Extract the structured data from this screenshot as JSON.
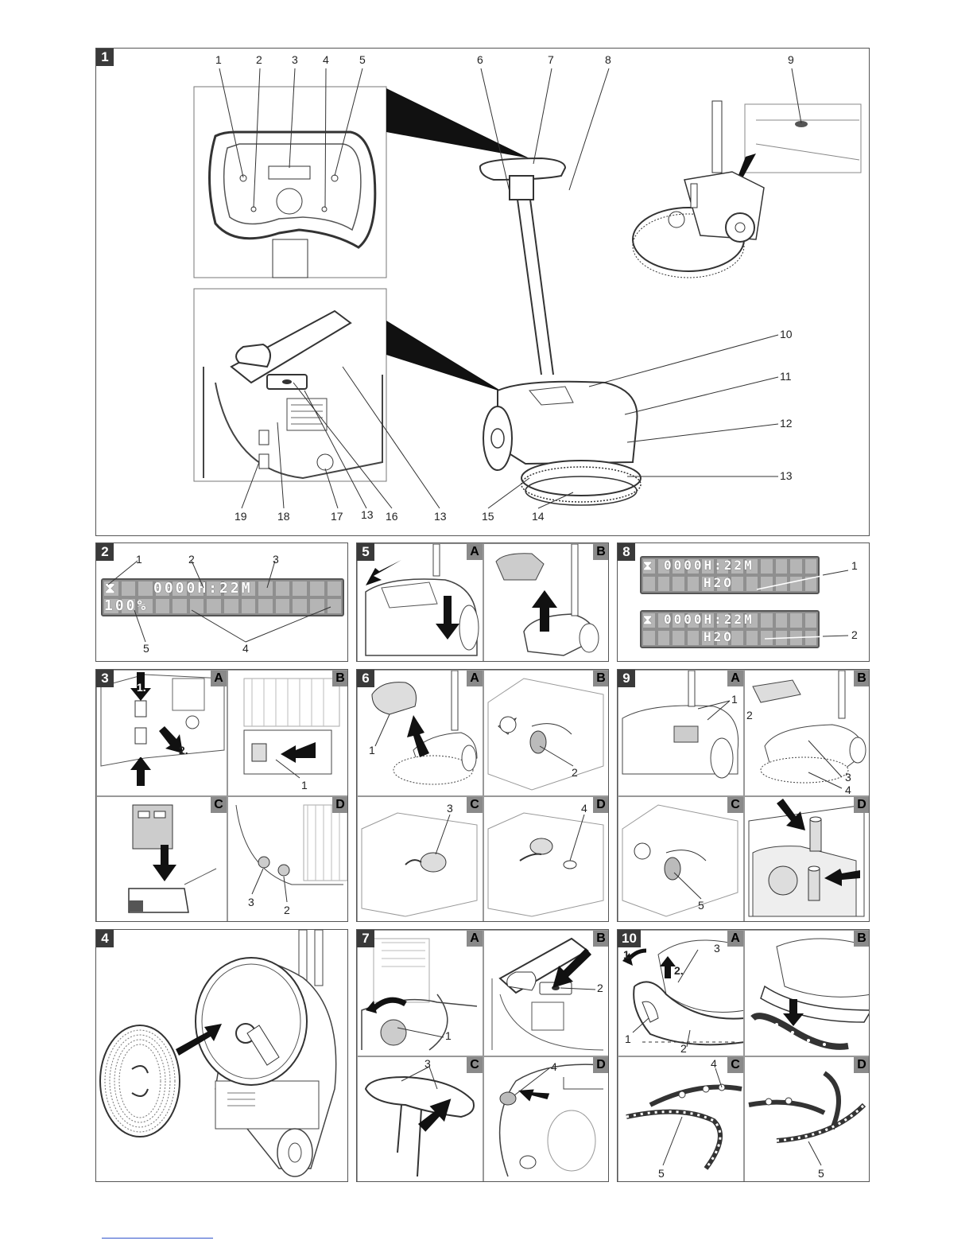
{
  "fig1": {
    "badge": "1",
    "callouts_top": [
      "1",
      "2",
      "3",
      "4",
      "5",
      "6",
      "7",
      "8",
      "9"
    ],
    "callouts_right": [
      "10",
      "11",
      "12",
      "13"
    ],
    "callouts_bottom": [
      "19",
      "18",
      "17",
      "13",
      "16",
      "13",
      "15",
      "14"
    ]
  },
  "fig2": {
    "badge": "2",
    "callouts": [
      "1",
      "2",
      "3",
      "4",
      "5"
    ],
    "lcd_top_text": "0000H:22M",
    "lcd_bottom_text": "100%"
  },
  "fig3": {
    "badge": "3",
    "subs": [
      "A",
      "B",
      "C",
      "D"
    ],
    "step1": "1.",
    "step2": "2.",
    "step1b": "1.",
    "callouts": [
      "1",
      "3",
      "2"
    ]
  },
  "fig4": {
    "badge": "4"
  },
  "fig5": {
    "badge": "5",
    "subs": [
      "A",
      "B"
    ]
  },
  "fig6": {
    "badge": "6",
    "subs": [
      "A",
      "B",
      "C",
      "D"
    ],
    "callouts": [
      "1",
      "2",
      "3",
      "4"
    ]
  },
  "fig7": {
    "badge": "7",
    "subs": [
      "A",
      "B",
      "C",
      "D"
    ],
    "callouts": [
      "1",
      "2",
      "3",
      "4"
    ]
  },
  "fig8": {
    "badge": "8",
    "callouts": [
      "1",
      "2"
    ],
    "lcd1_top": "0000H:22M",
    "lcd1_bottom": "H2O",
    "lcd2_top": "0000H:22M",
    "lcd2_bottom": "H2O"
  },
  "fig9": {
    "badge": "9",
    "subs": [
      "A",
      "B",
      "C",
      "D"
    ],
    "callouts": [
      "1",
      "2",
      "3",
      "4",
      "5"
    ]
  },
  "fig10": {
    "badge": "10",
    "subs": [
      "A",
      "B",
      "C",
      "D"
    ],
    "step1": "1.",
    "step2": "2.",
    "callouts": [
      "3",
      "1",
      "2",
      "4",
      "5",
      "5"
    ]
  }
}
